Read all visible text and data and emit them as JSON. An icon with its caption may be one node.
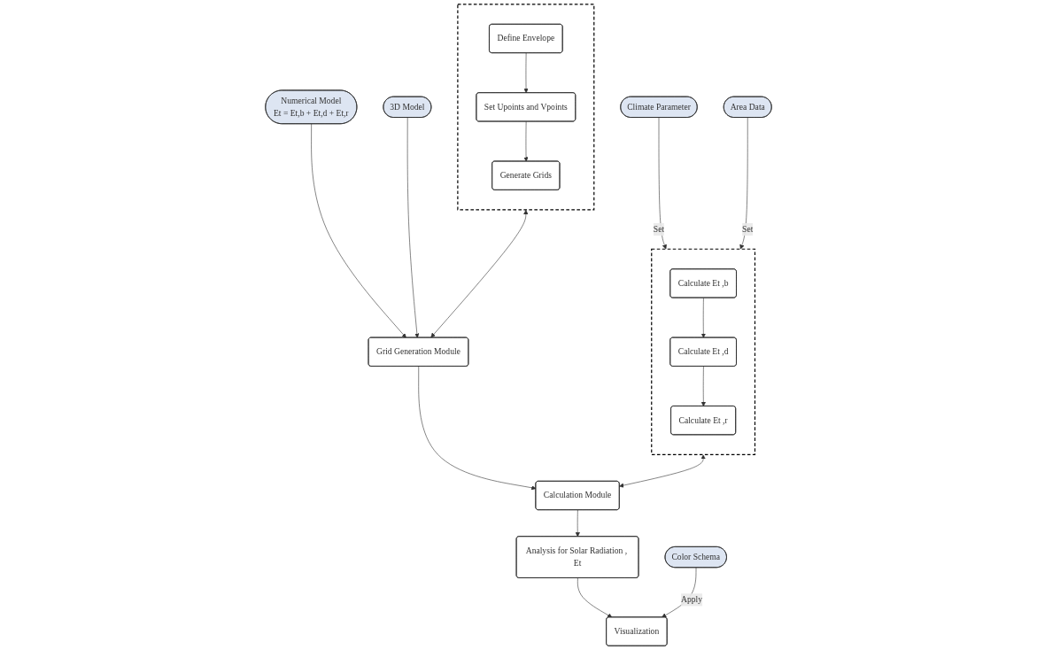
{
  "diagram": {
    "nodes": [
      {
        "text": [],
        "shape": "box"
      },
      {
        "text": [
          "Define Envelope"
        ],
        "in": 0
      },
      {
        "text": [
          "Set Upoints and Vpoints"
        ],
        "in": 0
      },
      {
        "text": [
          "Generate Grids"
        ],
        "in": 0
      },
      {
        "text": [
          "Numerical Model",
          "Et = Et,b + Et,d + Et,r"
        ]
      },
      {
        "text": [
          "3D Model"
        ]
      },
      {
        "text": [
          "Grid Generation Module"
        ]
      },
      {
        "text": [],
        "shape": "box"
      },
      {
        "text": [
          "Climate Parameter"
        ]
      },
      {
        "text": [
          "Calculate Et ,b"
        ],
        "in": 7
      },
      {
        "text": [
          "Calculate Et ,d"
        ],
        "in": 7
      },
      {
        "text": [
          "Calculate Et ,r"
        ],
        "in": 7
      },
      {
        "text": [
          "Calculation Module"
        ]
      },
      {
        "text": [
          "Area Data"
        ]
      },
      {
        "text": [
          "Analysis for Solar Radiation , Et"
        ]
      },
      {
        "text": [
          "Color Schema"
        ]
      },
      {
        "text": [
          "Visualization"
        ]
      }
    ],
    "edges": [
      {
        "from": 1,
        "to": 2,
        "arrow": "to"
      },
      {
        "from": 2,
        "to": 3,
        "arrow": "to"
      },
      {
        "from": 4,
        "to": 6,
        "arrow": "to"
      },
      {
        "from": 5,
        "to": 6,
        "arrow": "to"
      },
      {
        "from": 0,
        "to": 6,
        "arrow": "both"
      },
      {
        "from": 6,
        "to": 12,
        "arrow": "to"
      },
      {
        "from": 8,
        "to": 7,
        "label": "Set",
        "arrow": "to"
      },
      {
        "from": 7,
        "to": 12,
        "arrow": "both"
      },
      {
        "from": 13,
        "to": 7,
        "label": "Set",
        "arrow": "to"
      },
      {
        "from": 9,
        "to": 10,
        "arrow": "to"
      },
      {
        "from": 10,
        "to": 11,
        "arrow": "to"
      },
      {
        "from": 12,
        "to": 14,
        "arrow": "to"
      },
      {
        "from": 14,
        "to": 16,
        "arrow": "to"
      },
      {
        "from": 15,
        "to": 16,
        "label": "Apply",
        "arrow": "to"
      }
    ]
  }
}
